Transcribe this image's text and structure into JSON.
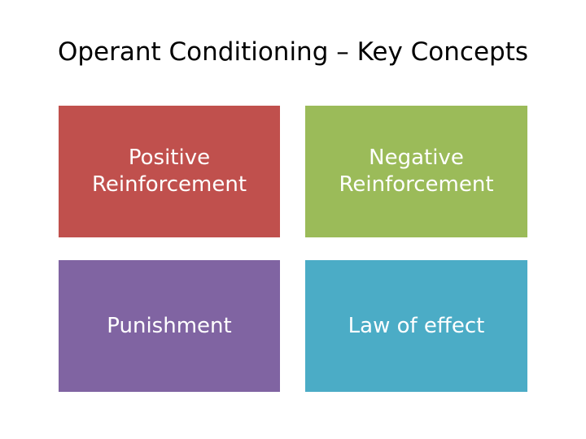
{
  "slide": {
    "title": "Operant Conditioning – Key Concepts",
    "background": "#ffffff",
    "title_color": "#000000",
    "cells": [
      {
        "label": "Positive\nReinforcement",
        "color": "#c0504d",
        "text_color": "#ffffff"
      },
      {
        "label": "Negative\nReinforcement",
        "color": "#9bbb59",
        "text_color": "#ffffff"
      },
      {
        "label": "Punishment",
        "color": "#8064a2",
        "text_color": "#ffffff"
      },
      {
        "label": "Law of effect",
        "color": "#4bacc6",
        "text_color": "#ffffff"
      }
    ]
  }
}
